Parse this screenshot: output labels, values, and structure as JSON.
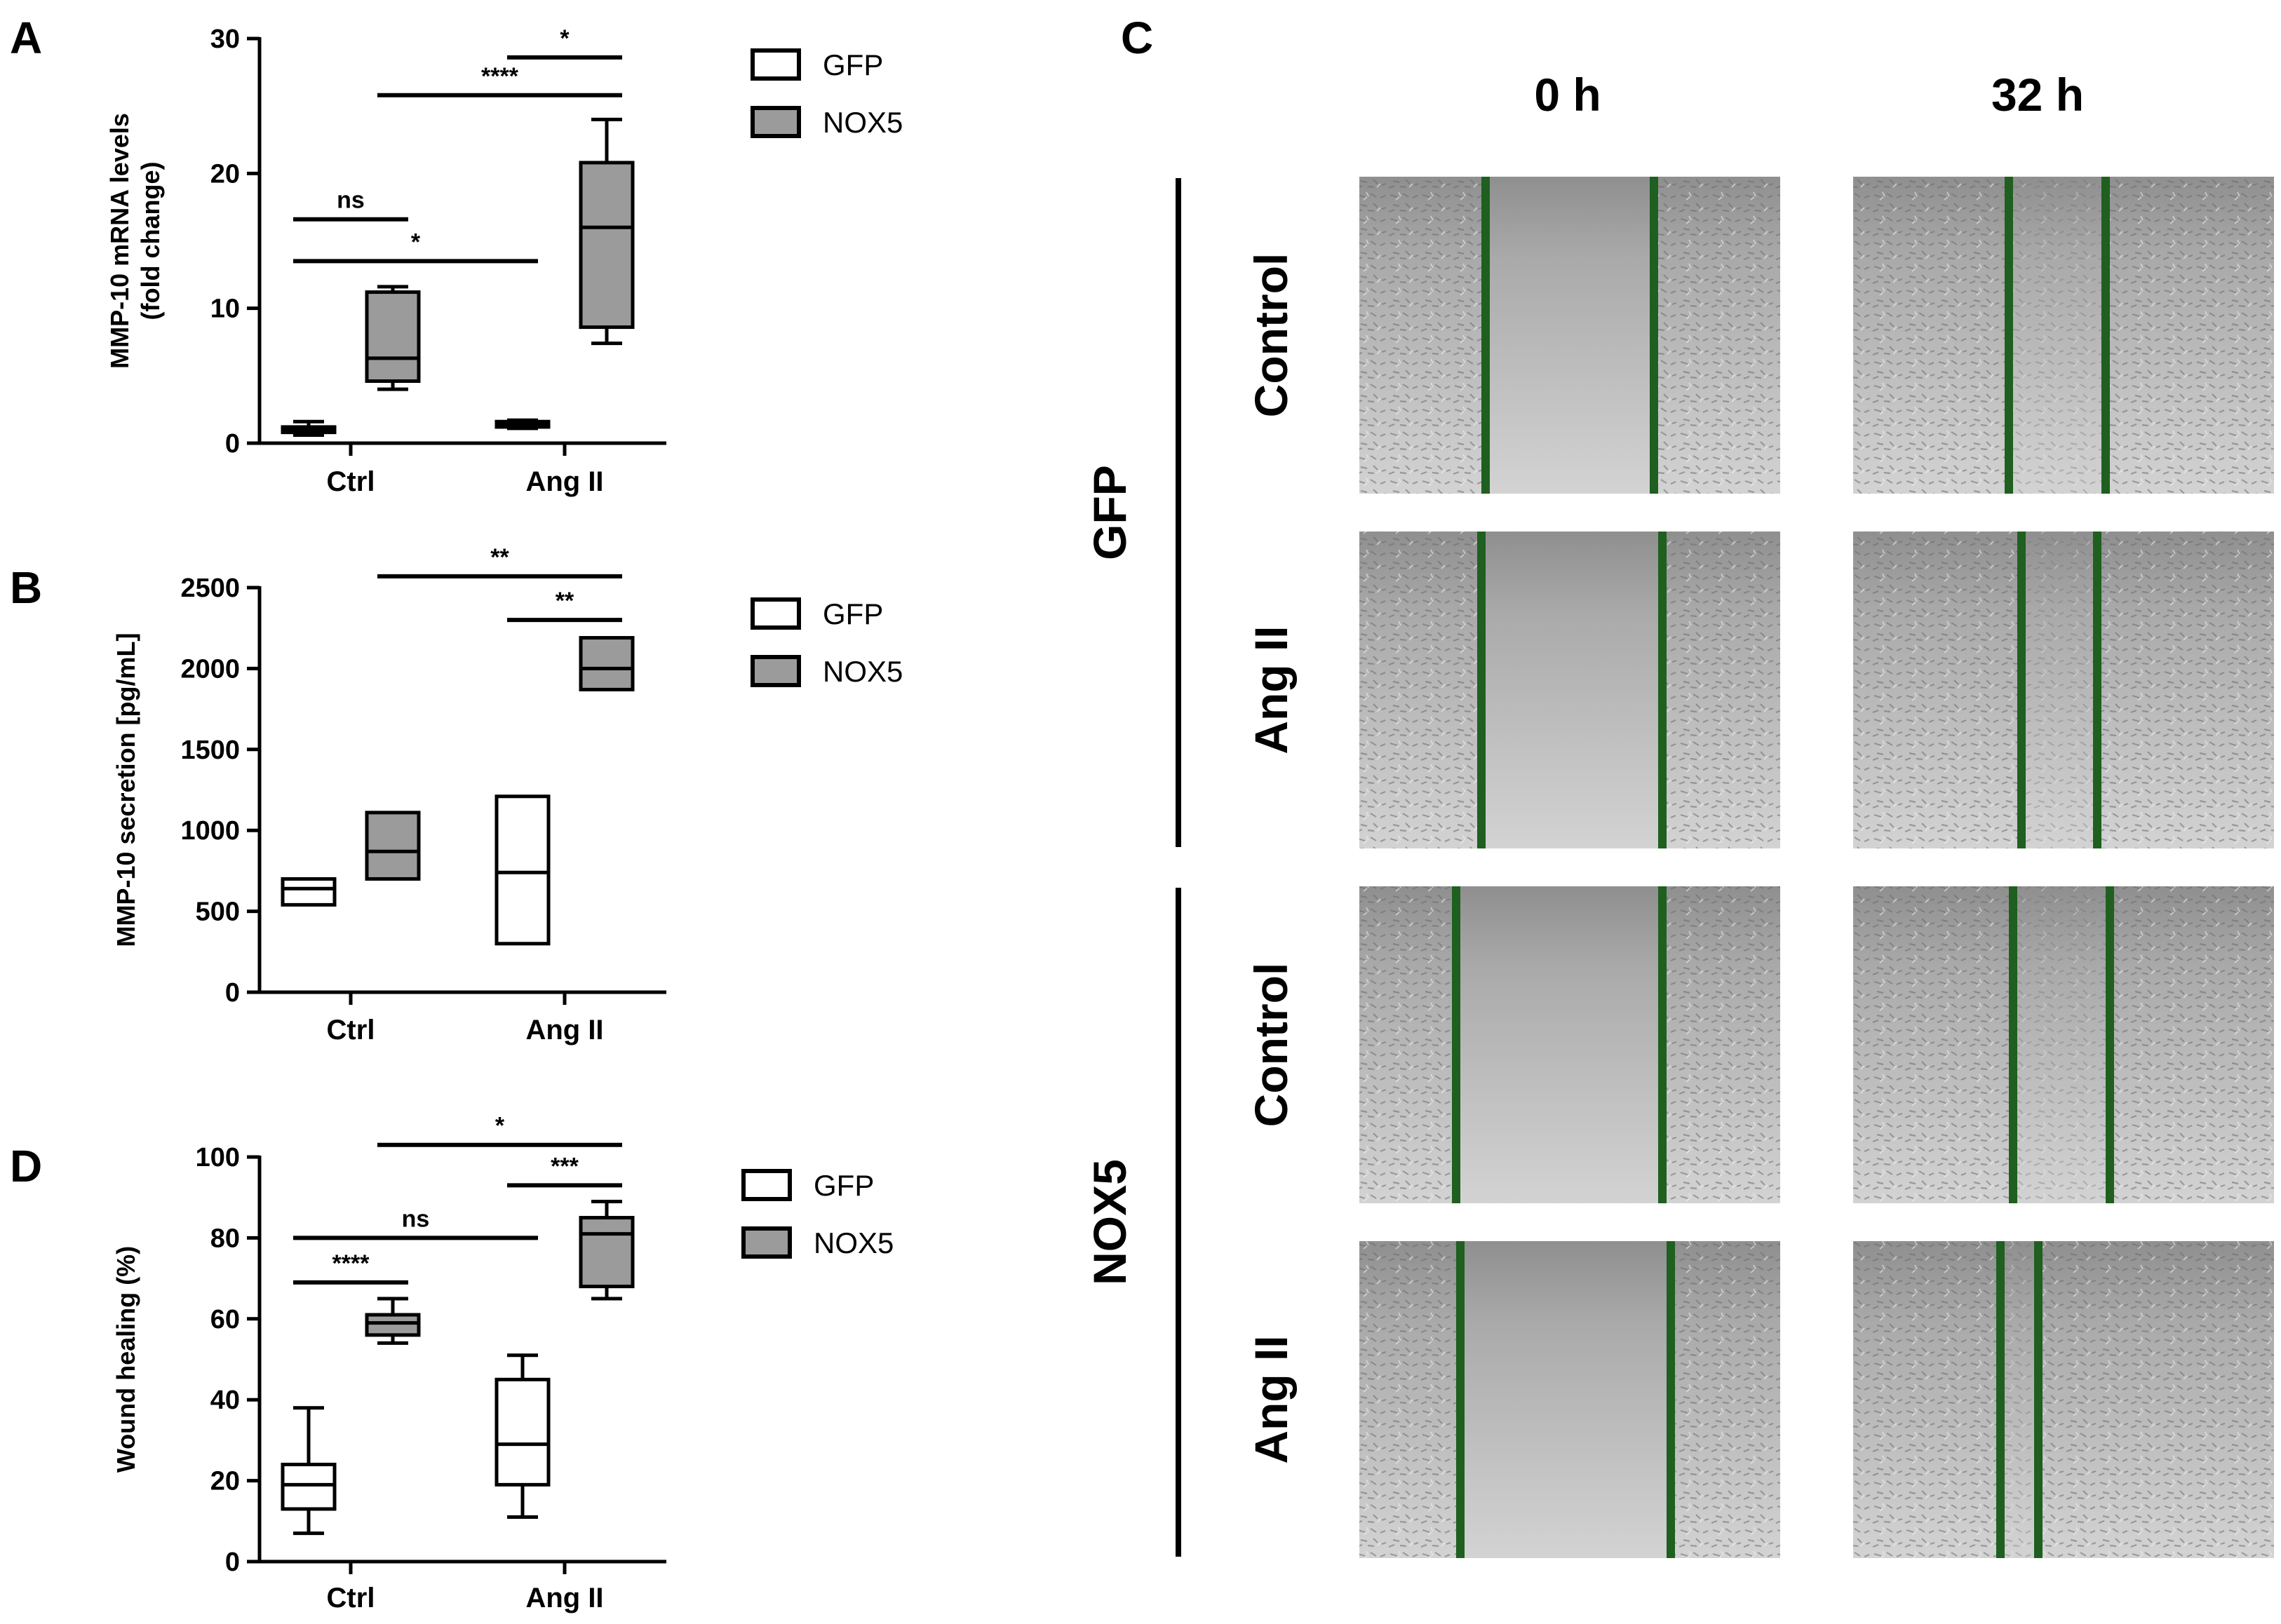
{
  "panel_letters": {
    "a": "A",
    "b": "B",
    "c": "C",
    "d": "D"
  },
  "colors": {
    "gfp": "#ffffff",
    "nox5": "#9b9b9b",
    "line": "#000000",
    "wound_line": "#1f5f1f"
  },
  "chart_data": [
    {
      "id": "A",
      "type": "box",
      "ylabel_lines": [
        "MMP-10 mRNA levels",
        "(fold change)"
      ],
      "categories": [
        "Ctrl",
        "Ang II"
      ],
      "ylim": [
        0,
        30
      ],
      "yticks": [
        0,
        10,
        20,
        30
      ],
      "tick_labels": [
        "0",
        "10",
        "20",
        "30"
      ],
      "legend": [
        "GFP",
        "NOX5"
      ],
      "boxes": [
        {
          "series": 0,
          "cat": 0,
          "min": 0.6,
          "q1": 0.8,
          "median": 1.0,
          "q3": 1.2,
          "max": 1.6
        },
        {
          "series": 1,
          "cat": 0,
          "min": 4.0,
          "q1": 4.6,
          "median": 6.3,
          "q3": 11.2,
          "max": 11.6
        },
        {
          "series": 0,
          "cat": 1,
          "min": 1.1,
          "q1": 1.2,
          "median": 1.4,
          "q3": 1.6,
          "max": 1.7
        },
        {
          "series": 1,
          "cat": 1,
          "min": 7.4,
          "q1": 8.6,
          "median": 16.0,
          "q3": 20.8,
          "max": 24.0
        }
      ],
      "significance": [
        {
          "from": [
            0,
            0
          ],
          "to": [
            1,
            0
          ],
          "y": 13.5,
          "label": "*"
        },
        {
          "from": [
            0,
            0
          ],
          "to": [
            0,
            1
          ],
          "y": 16.6,
          "label": "ns"
        },
        {
          "from": [
            0,
            1
          ],
          "to": [
            1,
            1
          ],
          "y": 25.8,
          "label": "****"
        },
        {
          "from": [
            1,
            0
          ],
          "to": [
            1,
            1
          ],
          "y": 28.6,
          "label": "*"
        }
      ]
    },
    {
      "id": "B",
      "type": "box",
      "ylabel_lines": [
        "MMP-10 secretion [pg/mL]"
      ],
      "categories": [
        "Ctrl",
        "Ang II"
      ],
      "ylim": [
        0,
        2500
      ],
      "yticks": [
        0,
        500,
        1000,
        1500,
        2000,
        2500
      ],
      "tick_labels": [
        "0",
        "500",
        "1000",
        "1500",
        "2000",
        "2500"
      ],
      "legend": [
        "GFP",
        "NOX5"
      ],
      "boxes": [
        {
          "series": 0,
          "cat": 0,
          "min": 540,
          "q1": 540,
          "median": 640,
          "q3": 700,
          "max": 700
        },
        {
          "series": 1,
          "cat": 0,
          "min": 700,
          "q1": 700,
          "median": 870,
          "q3": 1110,
          "max": 1110
        },
        {
          "series": 0,
          "cat": 1,
          "min": 300,
          "q1": 300,
          "median": 740,
          "q3": 1210,
          "max": 1210
        },
        {
          "series": 1,
          "cat": 1,
          "min": 1870,
          "q1": 1870,
          "median": 2000,
          "q3": 2190,
          "max": 2190
        }
      ],
      "significance": [
        {
          "from": [
            1,
            0
          ],
          "to": [
            1,
            1
          ],
          "y": 2300,
          "label": "**"
        },
        {
          "from": [
            0,
            1
          ],
          "to": [
            1,
            1
          ],
          "y": 2570,
          "label": "**"
        }
      ]
    },
    {
      "id": "D",
      "type": "box",
      "ylabel_lines": [
        "Wound healing (%)"
      ],
      "categories": [
        "Ctrl",
        "Ang II"
      ],
      "ylim": [
        0,
        100
      ],
      "yticks": [
        0,
        20,
        40,
        60,
        80,
        100
      ],
      "tick_labels": [
        "0",
        "20",
        "40",
        "60",
        "80",
        "100"
      ],
      "legend": [
        "GFP",
        "NOX5"
      ],
      "boxes": [
        {
          "series": 0,
          "cat": 0,
          "min": 7,
          "q1": 13,
          "median": 19,
          "q3": 24,
          "max": 38
        },
        {
          "series": 1,
          "cat": 0,
          "min": 54,
          "q1": 56,
          "median": 59,
          "q3": 61,
          "max": 65
        },
        {
          "series": 0,
          "cat": 1,
          "min": 11,
          "q1": 19,
          "median": 29,
          "q3": 45,
          "max": 51
        },
        {
          "series": 1,
          "cat": 1,
          "min": 65,
          "q1": 68,
          "median": 81,
          "q3": 85,
          "max": 89
        }
      ],
      "significance": [
        {
          "from": [
            0,
            0
          ],
          "to": [
            0,
            1
          ],
          "y": 69,
          "label": "****"
        },
        {
          "from": [
            0,
            0
          ],
          "to": [
            1,
            0
          ],
          "y": 80,
          "label": "ns"
        },
        {
          "from": [
            1,
            0
          ],
          "to": [
            1,
            1
          ],
          "y": 93,
          "label": "***"
        },
        {
          "from": [
            0,
            1
          ],
          "to": [
            1,
            1
          ],
          "y": 103,
          "label": "*"
        }
      ]
    }
  ],
  "panel_c": {
    "col_headers": [
      "0 h",
      "32 h"
    ],
    "groups": [
      {
        "label": "GFP",
        "rows": [
          "Control",
          "Ang II"
        ]
      },
      {
        "label": "NOX5",
        "rows": [
          "Control",
          "Ang II"
        ]
      }
    ],
    "wound_edges": [
      [
        [
          0.3,
          0.7
        ],
        [
          0.37,
          0.6
        ]
      ],
      [
        [
          0.29,
          0.72
        ],
        [
          0.4,
          0.58
        ]
      ],
      [
        [
          0.23,
          0.72
        ],
        [
          0.38,
          0.61
        ]
      ],
      [
        [
          0.24,
          0.74
        ],
        [
          0.35,
          0.44
        ]
      ]
    ]
  }
}
